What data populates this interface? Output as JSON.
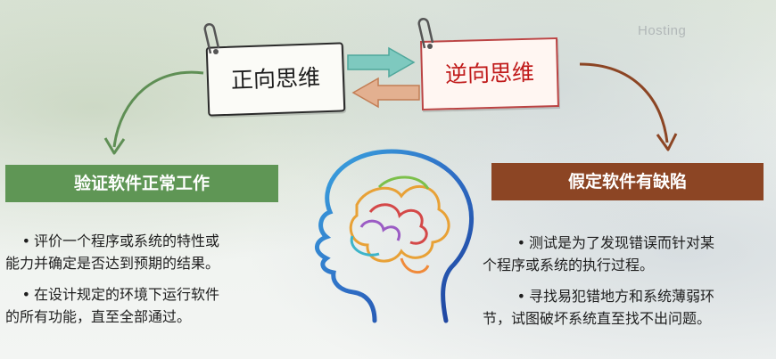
{
  "watermark": "Hosting",
  "notes": {
    "forward": "正向思维",
    "reverse": "逆向思维"
  },
  "left_panel": {
    "header": "验证软件正常工作",
    "bullets": [
      {
        "line1": "评价一个程序或系统的特性或",
        "line2": "能力并确定是否达到预期的结果。"
      },
      {
        "line1": "在设计规定的环境下运行软件",
        "line2": "的所有功能，直至全部通过。"
      }
    ]
  },
  "right_panel": {
    "header": "假定软件有缺陷",
    "bullets": [
      {
        "line1": "测试是为了发现错误而针对某",
        "line2": "个程序或系统的执行过程。"
      },
      {
        "line1": "寻找易犯错地方和系统薄弱环",
        "line2": "节，试图破坏系统直至找不出问题。"
      }
    ]
  },
  "colors": {
    "green": "#5f9655",
    "brown": "#8c4524",
    "arrow_teal": "#6fc2b7",
    "arrow_tan": "#d8a077"
  },
  "icons": [
    "paperclip-pin-icon",
    "exchange-arrows-icon",
    "curved-arrow-icon",
    "brain-head-icon"
  ]
}
